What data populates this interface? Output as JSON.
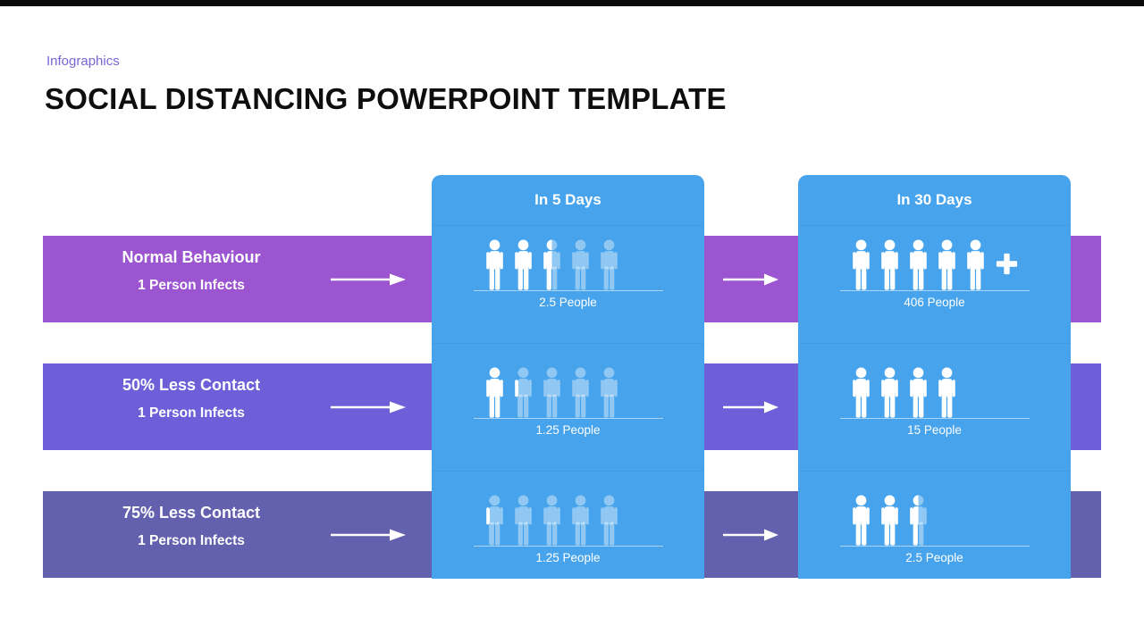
{
  "slide": {
    "eyebrow": "Infographics",
    "title": "SOCIAL DISTANCING POWERPOINT TEMPLATE"
  },
  "colors": {
    "row1": "#9B55D0",
    "row2": "#6E5ED8",
    "row3": "#6361AD",
    "column": "#47A4EC"
  },
  "columns": [
    {
      "label": "In 5 Days"
    },
    {
      "label": "In 30 Days"
    }
  ],
  "rows": [
    {
      "label": "Normal Behaviour",
      "sublabel": "1 Person Infects",
      "cells": [
        {
          "caption": "2.5 People",
          "icons": [
            1,
            1,
            0.5,
            0,
            0
          ],
          "plus": false
        },
        {
          "caption": "406 People",
          "icons": [
            1,
            1,
            1,
            1,
            1
          ],
          "plus": true
        }
      ]
    },
    {
      "label": "50% Less Contact",
      "sublabel": "1 Person Infects",
      "cells": [
        {
          "caption": "1.25 People",
          "icons": [
            1,
            0.3,
            0,
            0,
            0
          ],
          "plus": false
        },
        {
          "caption": "15 People",
          "icons": [
            1,
            1,
            1,
            1
          ],
          "plus": false
        }
      ]
    },
    {
      "label": "75% Less Contact",
      "sublabel": "1 Person Infects",
      "cells": [
        {
          "caption": "1.25 People",
          "icons": [
            0.3,
            0,
            0,
            0,
            0
          ],
          "plus": false
        },
        {
          "caption": "2.5 People",
          "icons": [
            1,
            1,
            0.5
          ],
          "plus": false
        }
      ]
    }
  ]
}
